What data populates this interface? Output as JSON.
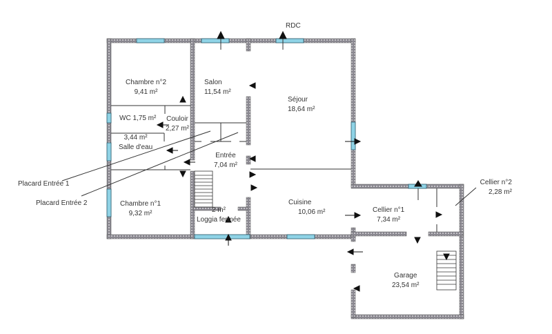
{
  "title": "RDC",
  "colors": {
    "wall_fill": "#8a8890",
    "wall_dot": "#d8d6da",
    "window": "#8fd3e6",
    "window_stroke": "#2b5d6e",
    "line": "#333333",
    "text": "#333333",
    "background": "#ffffff"
  },
  "rooms": [
    {
      "name": "Chambre n°2",
      "area": "9,41  m²"
    },
    {
      "name": "Salon",
      "area": "11,54  m²"
    },
    {
      "name": "Séjour",
      "area": "18,64  m²"
    },
    {
      "name": "WC  1,75  m²",
      "area": ""
    },
    {
      "name": "Couloir",
      "area": "2,27  m²"
    },
    {
      "name": "3,44  m²",
      "area": "Salle d'eau"
    },
    {
      "name": "Entrée",
      "area": "7,04  m²"
    },
    {
      "name": "Chambre n°1",
      "area": "9,32  m²"
    },
    {
      "name": "2  m²",
      "area": "Loggia fermée"
    },
    {
      "name": "Cuisine",
      "area": "10,06  m²"
    },
    {
      "name": "Cellier n°1",
      "area": "7,34  m²"
    },
    {
      "name": "Cellier n°2",
      "area": "2,28  m²"
    },
    {
      "name": "Garage",
      "area": "23,54  m²"
    }
  ],
  "callouts": [
    {
      "label": "Placard Entrée 1"
    },
    {
      "label": "Placard Entrée 2"
    }
  ]
}
